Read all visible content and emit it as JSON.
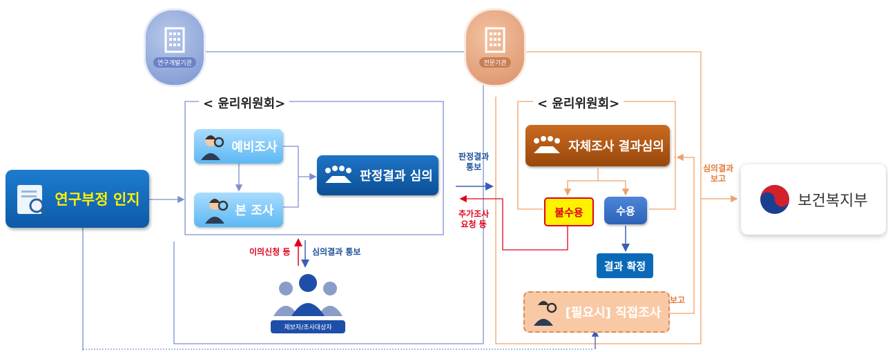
{
  "nodes": {
    "research_institution": "연구개발기관",
    "expert_institution": "전문기관",
    "committee_left": "< 윤리위원회>",
    "committee_right": "< 윤리위원회>",
    "research_misconduct": "연구부정 인지",
    "preliminary_investigation": "예비조사",
    "main_investigation": "본 조사",
    "judgment_review": "판정결과 심의",
    "self_investigation_review": "자체조사 결과심의",
    "reject": "불수용",
    "accept": "수용",
    "result_confirmed": "결과 확정",
    "direct_investigation": "[필요시] 직접조사",
    "informant": "제보자/조사대상자",
    "ministry": "보건복지부"
  },
  "edges": {
    "judgment_notice_1": "판정결과",
    "judgment_notice_2": "통보",
    "additional_request_1": "추가조사",
    "additional_request_2": "요청 등",
    "objection": "이의신청 등",
    "review_notice": "심의결과 통보",
    "review_report_1": "심의결과",
    "review_report_2": "보고",
    "report": "보고"
  },
  "colors": {
    "blue_line": "#7b8fd0",
    "orange_line": "#f0a06a",
    "red": "#e0001b",
    "dark_blue": "#0b4f96"
  }
}
